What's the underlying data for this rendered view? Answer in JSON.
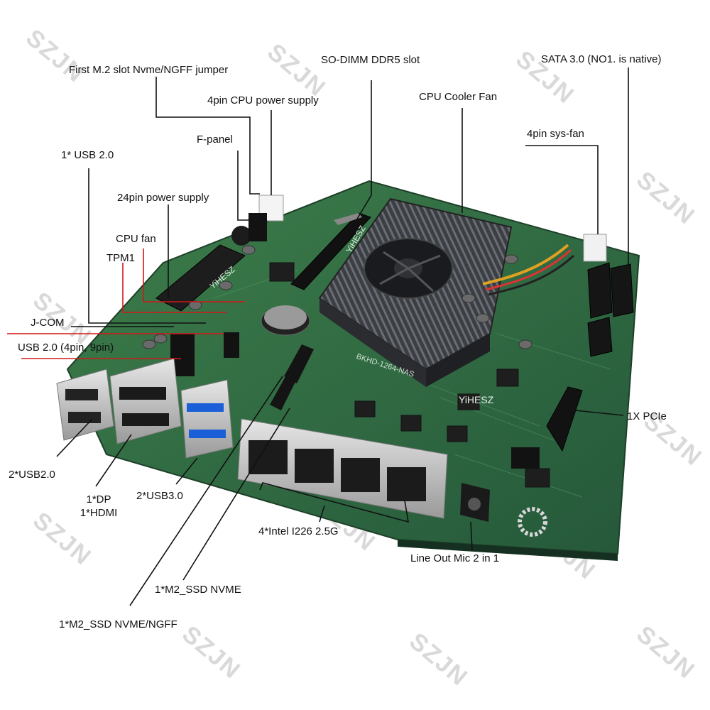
{
  "watermark": "SZJN",
  "labels": {
    "m2_jumper": "First M.2 slot Nvme/NGFF jumper",
    "dimm": "SO-DIMM DDR5 slot",
    "sata": "SATA 3.0 (NO1. is native)",
    "cpu_power": "4pin CPU power supply",
    "cooler": "CPU Cooler Fan",
    "sys_fan": "4pin sys-fan",
    "fpanel": "F-panel",
    "usb20_single": "1* USB 2.0",
    "atx24": "24pin power supply",
    "cpu_fan": "CPU fan",
    "tpm": "TPM1",
    "jcom": "J-COM",
    "usb20_header": "USB 2.0 (4pin, 9pin)",
    "pcie": "1X PCIe",
    "usb2x": "2*USB2.0",
    "dp": "1*DP",
    "hdmi": "1*HDMI",
    "usb3x": "2*USB3.0",
    "lan": "4*Intel I226 2.5G",
    "audio": "Line Out Mic 2 in 1",
    "m2_nvme": "1*M2_SSD NVME",
    "m2_ngff": "1*M2_SSD NVME/NGFF"
  },
  "board": {
    "model": "BKHD-1264-NAS",
    "brand": "YiHESZ"
  },
  "colors": {
    "pcb": "#2f6a3c",
    "heatsink": "#3a3d42",
    "leader_black": "#111111",
    "leader_red": "#d01818"
  }
}
